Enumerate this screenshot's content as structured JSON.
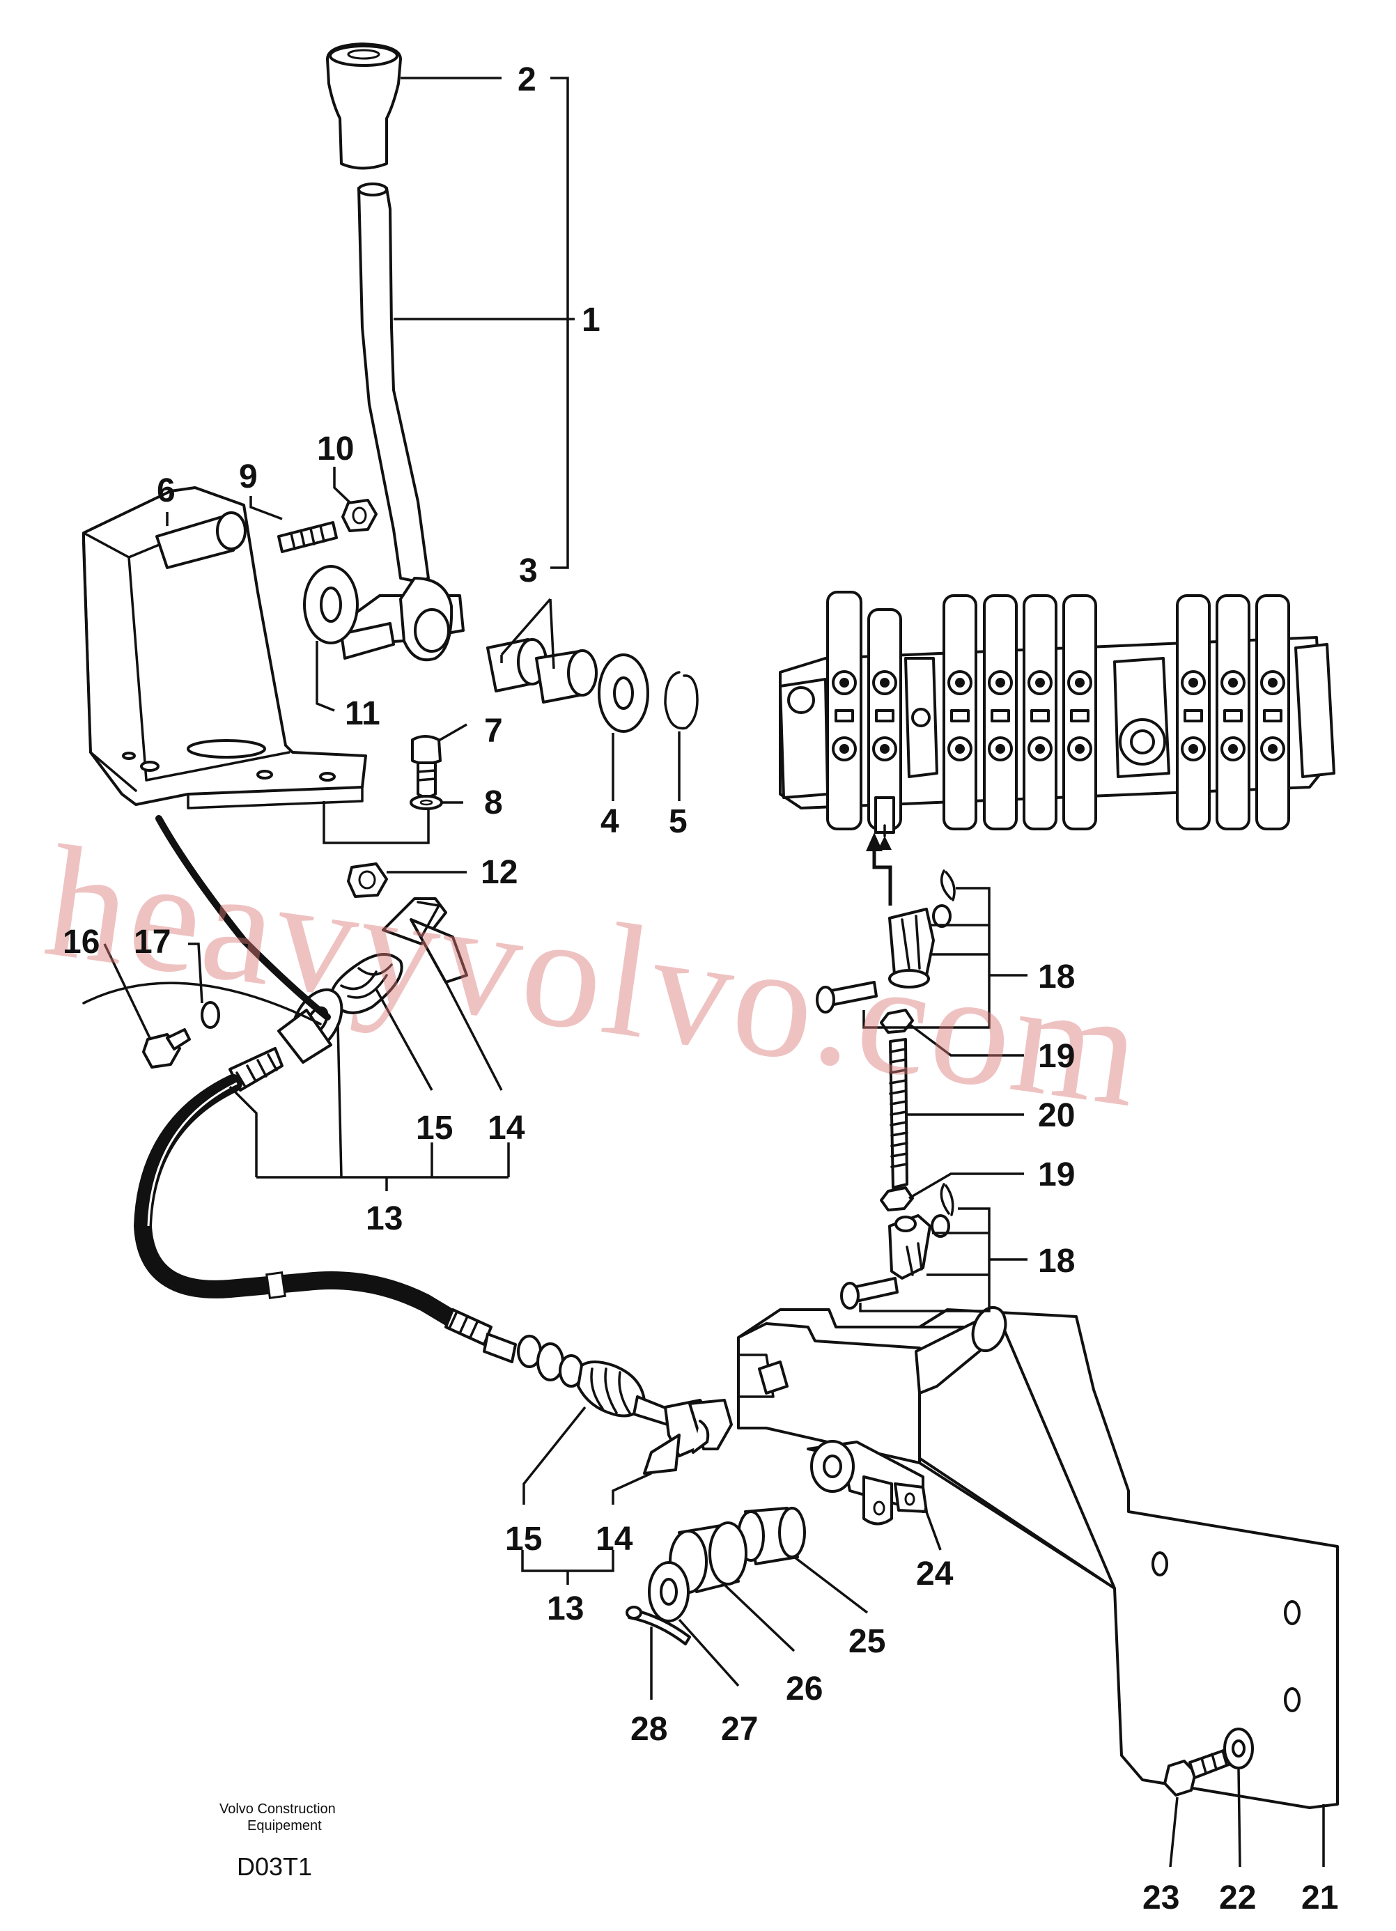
{
  "labels": {
    "l1": "1",
    "l2": "2",
    "l3": "3",
    "l4": "4",
    "l5": "5",
    "l6": "6",
    "l7": "7",
    "l8": "8",
    "l9": "9",
    "l10": "10",
    "l11": "11",
    "l12": "12",
    "l13a": "13",
    "l13b": "13",
    "l14a": "14",
    "l14b": "14",
    "l15a": "15",
    "l15b": "15",
    "l16": "16",
    "l17": "17",
    "l18a": "18",
    "l18b": "18",
    "l19a": "19",
    "l19b": "19",
    "l20": "20",
    "l21": "21",
    "l22": "22",
    "l23": "23",
    "l24": "24",
    "l25": "25",
    "l26": "26",
    "l27": "27",
    "l28": "28"
  },
  "watermark": "heavyvolvo.com",
  "credit": {
    "line1": "Volvo Construction",
    "line2": "Equipement"
  },
  "drawing_number": "D03T1"
}
